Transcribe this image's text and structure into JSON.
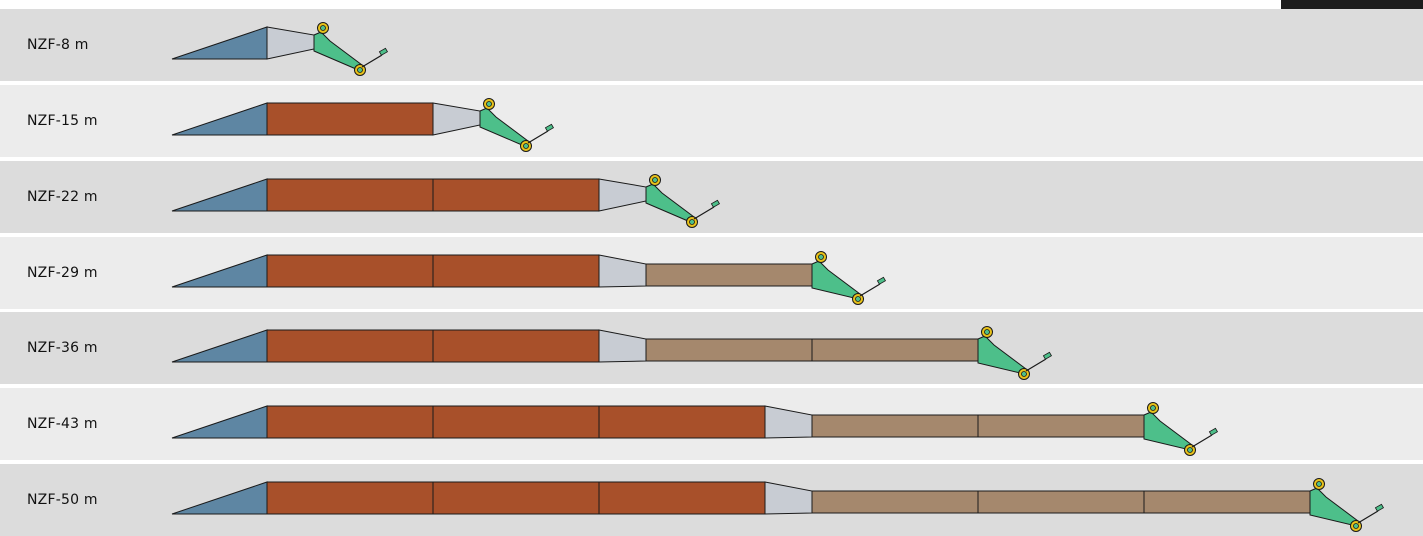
{
  "colors": {
    "ramp": "#5e86a3",
    "section_a": "#a8502a",
    "transition": "#c8ccd3",
    "section_b": "#a5886d",
    "end_unit": "#4dbf8a",
    "reel": "#e8c21a",
    "row_dark": "#dcdcdc",
    "row_light": "#ececec"
  },
  "icons": {
    "ramp": "wedge-shape",
    "end_unit": "triangle-arm-with-reels"
  },
  "configurations": [
    {
      "label": "NZF-8 m",
      "section_a_count": 0,
      "section_b_count": 0
    },
    {
      "label": "NZF-15 m",
      "section_a_count": 1,
      "section_b_count": 0
    },
    {
      "label": "NZF-22 m",
      "section_a_count": 2,
      "section_b_count": 0
    },
    {
      "label": "NZF-29 m",
      "section_a_count": 2,
      "section_b_count": 1
    },
    {
      "label": "NZF-36 m",
      "section_a_count": 2,
      "section_b_count": 2
    },
    {
      "label": "NZF-43 m",
      "section_a_count": 3,
      "section_b_count": 2
    },
    {
      "label": "NZF-50 m",
      "section_a_count": 3,
      "section_b_count": 3
    }
  ]
}
